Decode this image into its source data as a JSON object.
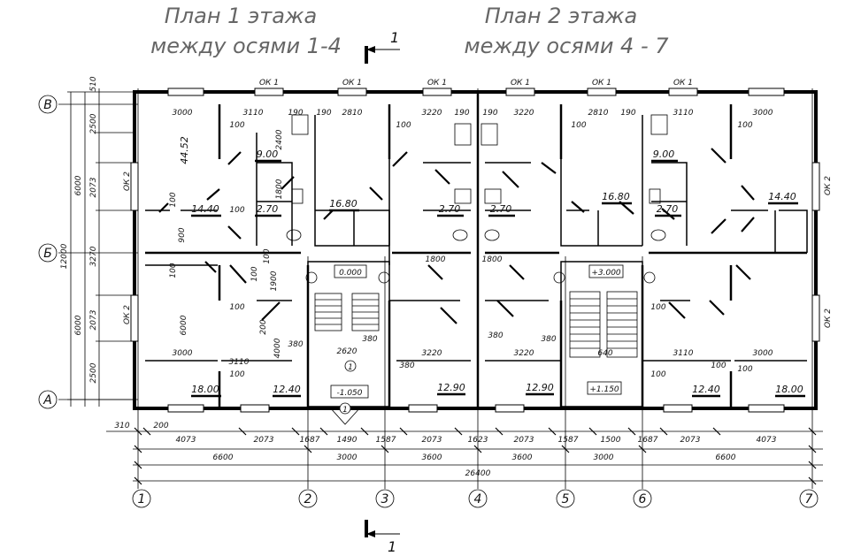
{
  "titles": {
    "plan1_line1": "План 1 этажа",
    "plan1_line2": "между осями 1-4",
    "plan2_line1": "План 2 этажа",
    "plan2_line2": "между осями 4 - 7"
  },
  "section_mark": "1",
  "axes_vertical": [
    "1",
    "2",
    "3",
    "4",
    "5",
    "6",
    "7"
  ],
  "axes_horizontal": [
    "В",
    "Б",
    "А"
  ],
  "window_label": "ОК 1",
  "window_label_side": "ОК 2",
  "levels": {
    "l1": "0.000",
    "l2": "+3.000",
    "l3": "-1.050",
    "l4": "+1.150"
  },
  "areas": {
    "a1": "44.52",
    "a2": "14.40",
    "a3": "9.00",
    "a4": "2.70",
    "a5": "16.80",
    "a6": "2.70",
    "a7": "2.70",
    "a8": "16.80",
    "a9": "9.00",
    "a10": "2.70",
    "a11": "14.40",
    "a12": "18.00",
    "a13": "12.40",
    "a14": "12.90",
    "a15": "12.90",
    "a16": "12.40",
    "a17": "18.00"
  },
  "stair_marks": {
    "s1": "1",
    "s2": "1"
  },
  "dims_bottom_row1": [
    "310",
    "200"
  ],
  "dims_bottom_row2": [
    "4073",
    "2073",
    "1687",
    "1490",
    "1587",
    "2073",
    "1623",
    "2073",
    "1587",
    "1500",
    "1687",
    "2073",
    "4073"
  ],
  "dims_bottom_row3": [
    "6600",
    "3000",
    "3600",
    "3600",
    "3000",
    "6600"
  ],
  "dims_bottom_total": "26400",
  "dims_left_outer": [
    "6000",
    "12000",
    "6000"
  ],
  "dims_left_inner": [
    "510",
    "2500",
    "2073",
    "3270",
    "2073",
    "2500"
  ],
  "dims_interior": {
    "d1": "3000",
    "d2": "3110",
    "d3": "190",
    "d4": "190",
    "d5": "2810",
    "d6": "3220",
    "d7": "190",
    "d8": "190",
    "d9": "3220",
    "d10": "2810",
    "d11": "190",
    "d12": "3110",
    "d13": "3000",
    "d14": "100",
    "d15": "2400",
    "d16": "1800",
    "d17": "100",
    "d18": "900",
    "d19": "100",
    "d20": "100",
    "d21": "1900",
    "d22": "100",
    "d23": "6000",
    "d24": "200",
    "d25": "4000",
    "d26": "380",
    "d27": "2620",
    "d28": "380",
    "d29": "3000",
    "d30": "3110",
    "d31": "100",
    "d32": "3220",
    "d33": "380",
    "d34": "3220",
    "d35": "380",
    "d36": "1800",
    "d37": "100",
    "d38": "1800",
    "d39": "380",
    "d40": "3110",
    "d41": "100",
    "d42": "3000",
    "d43": "100",
    "d44": "100",
    "d45": "100",
    "d46": "100",
    "d47": "100",
    "d48": "100",
    "d49": "100",
    "d50": "640"
  }
}
